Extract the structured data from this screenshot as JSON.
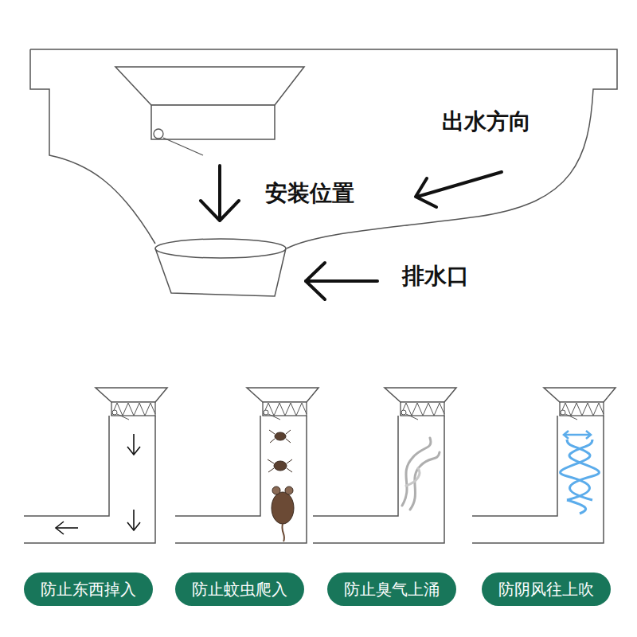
{
  "diagram": {
    "nodes": [
      {
        "text": [
          "防止东西掉入"
        ]
      },
      {
        "text": [
          "防止蚊虫爬入"
        ]
      },
      {
        "text": [
          "防止臭气上涌"
        ]
      },
      {
        "text": [
          "防阴风往上吹"
        ]
      }
    ],
    "labels": [
      "出水方向",
      "安装位置",
      "排水口"
    ]
  }
}
